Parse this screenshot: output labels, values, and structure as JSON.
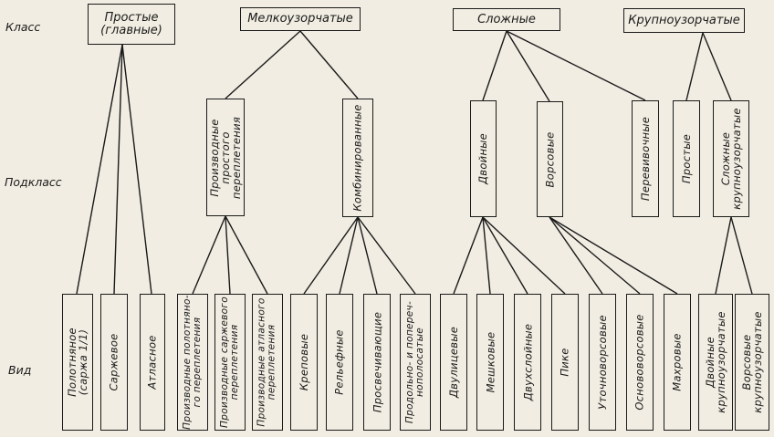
{
  "row_labels": {
    "class": "Класс",
    "subclass": "Подкласс",
    "kind": "Вид"
  },
  "classes": [
    {
      "label": "Простые\n(главные)"
    },
    {
      "label": "Мелкоузорчатые"
    },
    {
      "label": "Сложные"
    },
    {
      "label": "Крупноузорчатые"
    }
  ],
  "subclasses": [
    {
      "label": "Производные\nпростого\nпереплетения"
    },
    {
      "label": "Комбинированные"
    },
    {
      "label": "Двойные"
    },
    {
      "label": "Ворсовые"
    },
    {
      "label": "Перевивочные"
    },
    {
      "label": "Простые"
    },
    {
      "label": "Сложные\nкрупноузорчатые"
    }
  ],
  "kinds": [
    {
      "label": "Полотняное\n(саржа 1/1)"
    },
    {
      "label": "Саржевое"
    },
    {
      "label": "Атласное"
    },
    {
      "label": "Производные полотняно-\nго переплетения"
    },
    {
      "label": "Производные саржевого\nпереплетения"
    },
    {
      "label": "Производные атласного\nпереплетения"
    },
    {
      "label": "Креповые"
    },
    {
      "label": "Рельефные"
    },
    {
      "label": "Просвечивающие"
    },
    {
      "label": "Продольно- и попереч-\nнополосатые"
    },
    {
      "label": "Двулицевые"
    },
    {
      "label": "Мешковые"
    },
    {
      "label": "Двухслойные"
    },
    {
      "label": "Пике"
    },
    {
      "label": "Уточноворсовые"
    },
    {
      "label": "Основоворсовые"
    },
    {
      "label": "Махровые"
    },
    {
      "label": "Двойные\nкрупноузорчатые"
    },
    {
      "label": "Ворсовые\nкрупноузорчатые"
    }
  ]
}
